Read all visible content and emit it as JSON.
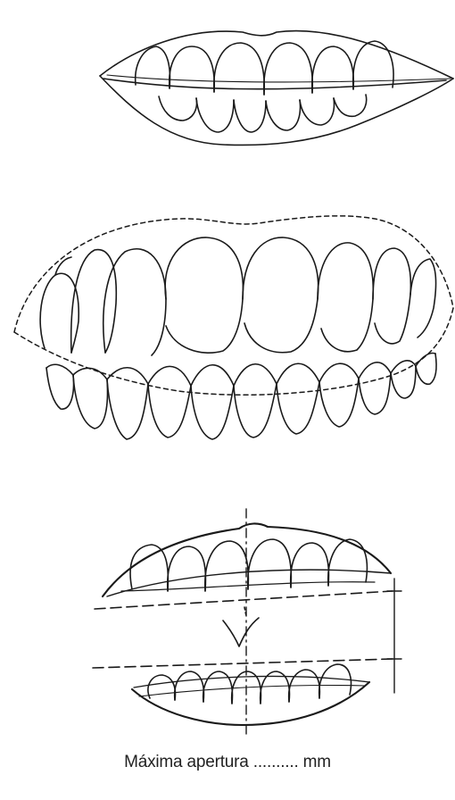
{
  "caption": {
    "label": "Máxima apertura",
    "blank": "..........",
    "unit": "mm"
  },
  "figures": [
    {
      "id": "closed-smile"
    },
    {
      "id": "dental-arches-detail"
    },
    {
      "id": "maximum-opening"
    }
  ]
}
